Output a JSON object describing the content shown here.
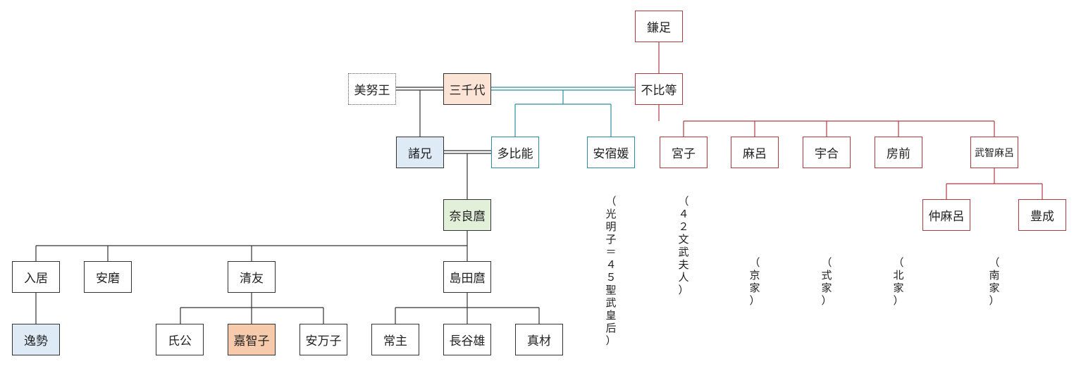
{
  "nodes": {
    "kamatari": "鎌足",
    "fuhito": "不比等",
    "minu": "美努王",
    "michiyo": "三千代",
    "moroe": "諸兄",
    "tahino": "多比能",
    "asukahime": "安宿媛",
    "miyako": "宮子",
    "maro": "麻呂",
    "umakai": "宇合",
    "fusasaki": "房前",
    "muchimaro": "武智麻呂",
    "nakamaro": "仲麻呂",
    "toyonari": "豊成",
    "naramaro": "奈良麿",
    "irii": "入居",
    "yasumaro": "安磨",
    "kiyotomo": "清友",
    "shimatamaro": "島田麿",
    "hayanari": "逸勢",
    "ujikimi": "氏公",
    "kachiko": "嘉智子",
    "amamako": "安万子",
    "tsunenushi": "常主",
    "haseo": "長谷雄",
    "mamaki": "真材"
  },
  "notes": {
    "asukahime_note": [
      "（",
      "光",
      "明",
      "子",
      "＝",
      "４",
      "５",
      "聖",
      "武",
      "皇",
      "后",
      "）"
    ],
    "miyako_note": [
      "（",
      "４",
      "２",
      "文",
      "武",
      "夫",
      "人",
      "）"
    ],
    "maro_note": [
      "（",
      "京",
      "家",
      "）"
    ],
    "umakai_note": [
      "（",
      "式",
      "家",
      "）"
    ],
    "fusasaki_note": [
      "（",
      "北",
      "家",
      "）"
    ],
    "muchimaro_note": [
      "（",
      "南",
      "家",
      "）"
    ]
  },
  "colors": {
    "fujiwara_line": "#b03a40",
    "michiyo_line": "#2a8ea0",
    "tachibana_line": "#333333",
    "blue_fill": "#deeaf6",
    "green_fill": "#e2efd9",
    "peach_fill": "#fbe4d5",
    "orange_fill": "#f7caac"
  }
}
